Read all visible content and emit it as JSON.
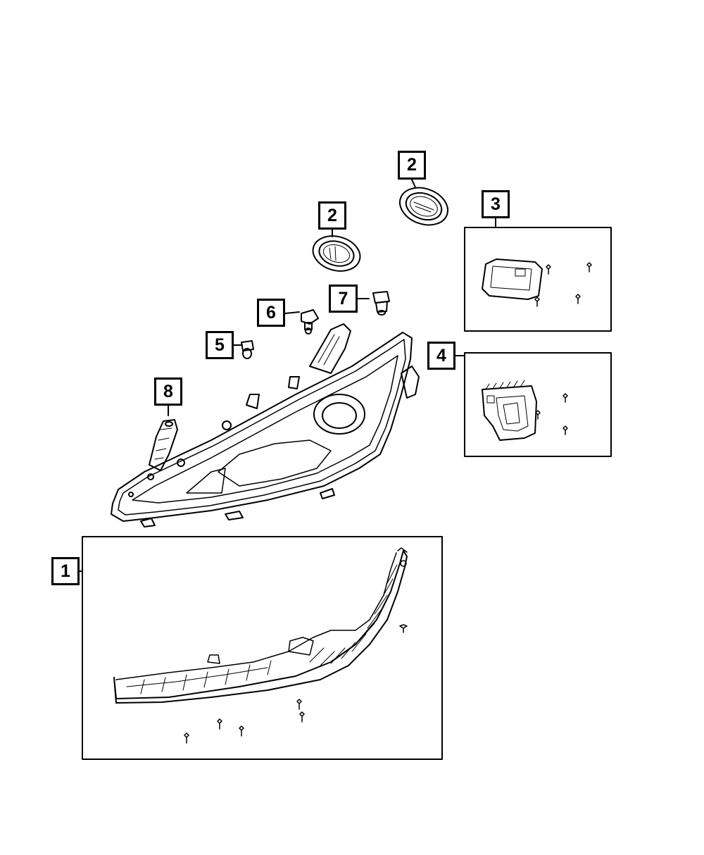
{
  "callouts": [
    {
      "id": "c1",
      "label": "1"
    },
    {
      "id": "c2a",
      "label": "2"
    },
    {
      "id": "c2b",
      "label": "2"
    },
    {
      "id": "c3",
      "label": "3"
    },
    {
      "id": "c4",
      "label": "4"
    },
    {
      "id": "c5",
      "label": "5"
    },
    {
      "id": "c6",
      "label": "6"
    },
    {
      "id": "c7",
      "label": "7"
    },
    {
      "id": "c8",
      "label": "8"
    }
  ],
  "colors": {
    "line": "#000000",
    "background": "#ffffff"
  }
}
